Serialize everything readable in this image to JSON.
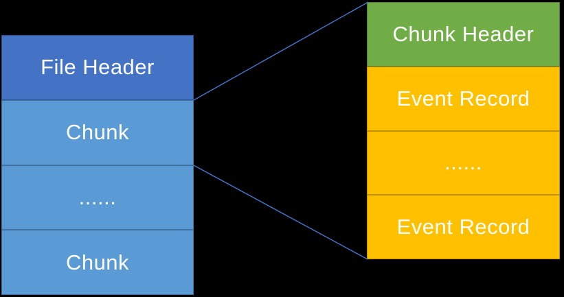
{
  "diagram": {
    "background_color": "#000000",
    "text_color": "#ffffff",
    "connector_color": "#4472C4",
    "file_stack": {
      "name": "file-structure",
      "rows": [
        {
          "label": "File Header",
          "fill": "#4472C4",
          "border": "#2F528F"
        },
        {
          "label": "Chunk",
          "fill": "#5B9BD5",
          "border": "#41719C"
        },
        {
          "label": "......",
          "fill": "#5B9BD5",
          "border": "#41719C"
        },
        {
          "label": "Chunk",
          "fill": "#5B9BD5",
          "border": "#41719C"
        }
      ]
    },
    "chunk_stack": {
      "name": "chunk-structure",
      "rows": [
        {
          "label": "Chunk Header",
          "fill": "#70AD47",
          "border": "#507E32"
        },
        {
          "label": "Event Record",
          "fill": "#FFC000",
          "border": "#BF9000"
        },
        {
          "label": "......",
          "fill": "#FFC000",
          "border": "#BF9000"
        },
        {
          "label": "Event Record",
          "fill": "#FFC000",
          "border": "#BF9000"
        }
      ]
    }
  }
}
